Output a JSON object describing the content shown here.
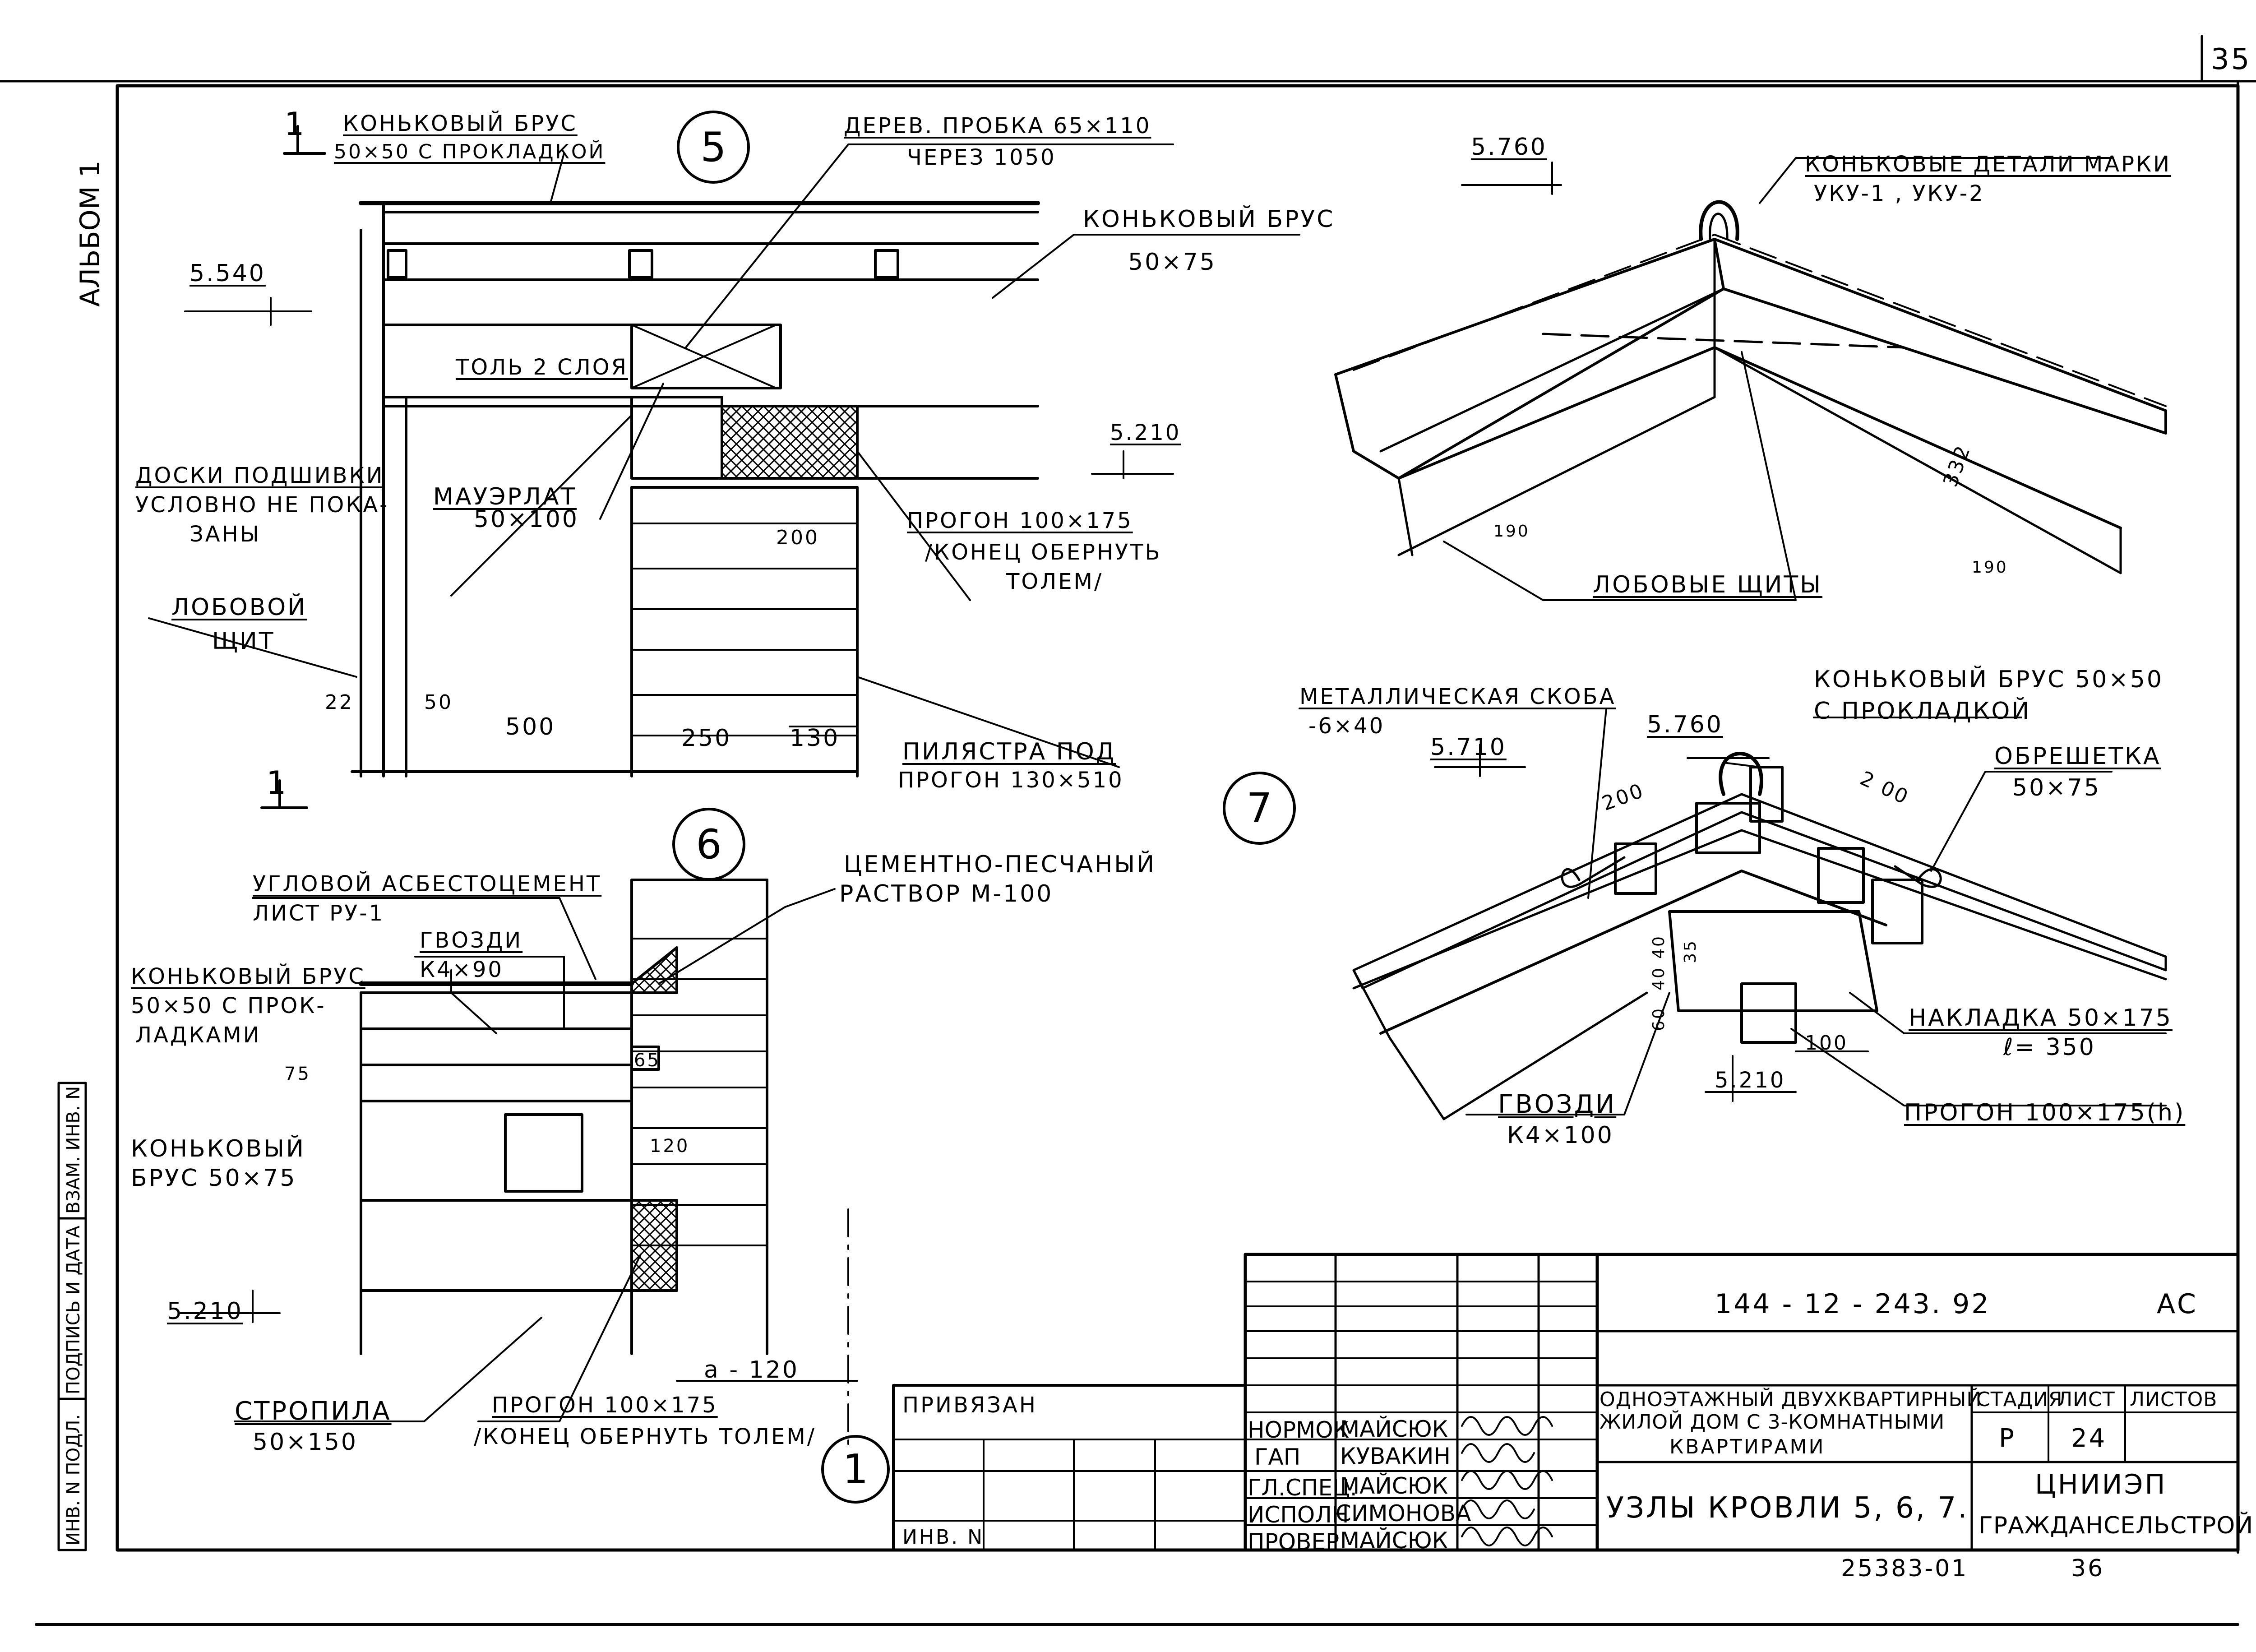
{
  "sheet_number": "35",
  "album_label": "АЛЬБОМ 1",
  "bottom_code": "25383-01",
  "bottom_page": "36",
  "detail5": {
    "number": "5",
    "section_mark": "1",
    "label_ridge_beam_top": "КОНЬКОВЫЙ БРУС",
    "label_ridge_beam_top_2": "50×50 С ПРОКЛАДКОЙ",
    "label_wood_plug": "ДЕРЕВ. ПРОБКА  65×110",
    "label_wood_plug_2": "ЧЕРЕЗ 1050",
    "label_ridge_beam_right": "КОНЬКОВЫЙ БРУС",
    "label_ridge_beam_right_2": "50×75",
    "level_top": "5.540",
    "label_roofing": "ТОЛЬ 2 СЛОЯ",
    "level_right": "5.210",
    "label_boards": "ДОСКИ ПОДШИВКИ",
    "label_boards_2": "УСЛОВНО НЕ ПОКА-",
    "label_boards_3": "ЗАНЫ",
    "label_mauerlat": "МАУЭРЛАТ",
    "label_mauerlat_2": "50×100",
    "label_purlin": "ПРОГОН 100×175",
    "label_purlin_2": "/КОНЕЦ ОБЕРНУТЬ",
    "label_purlin_3": "ТОЛЕМ/",
    "label_fascia": "ЛОБОВОЙ",
    "label_fascia_2": "ЩИТ",
    "dim_22": "22",
    "dim_50": "50",
    "dim_500": "500",
    "dim_250": "250",
    "dim_130": "130",
    "dim_200": "200",
    "label_pilaster": "ПИЛЯСТРА ПОД",
    "label_pilaster_2": "ПРОГОН 130×510"
  },
  "detail6": {
    "number": "6",
    "label_asbestos": "УГЛОВОЙ АСБЕСТОЦЕМЕНТ",
    "label_asbestos_2": "ЛИСТ РУ-1",
    "label_mortar": "ЦЕМЕНТНО-ПЕСЧАНЫЙ",
    "label_mortar_2": "РАСТВОР М-100",
    "label_nails": "ГВОЗДИ",
    "label_nails_2": "К4×90",
    "label_ridge_pads": "КОНЬКОВЫЙ БРУС",
    "label_ridge_pads_2": "50×50 С ПРОК-",
    "label_ridge_pads_3": "ЛАДКАМИ",
    "dim_75": "75",
    "dim_65": "65",
    "dim_120": "120",
    "label_ridge_beam": "КОНЬКОВЫЙ",
    "label_ridge_beam_2": "БРУС 50×75",
    "level": "5.210",
    "label_rafters": "СТРОПИЛА",
    "label_rafters_2": "50×150",
    "label_purlin": "ПРОГОН 100×175",
    "label_purlin_2": "/КОНЕЦ ОБЕРНУТЬ ТОЛЕМ/",
    "dim_a120": "а - 120",
    "section_mark": "1"
  },
  "detailTop": {
    "level": "5.760",
    "label_ridge_parts": "КОНЬКОВЫЕ ДЕТАЛИ МАРКИ",
    "label_ridge_parts_2": "УКУ-1 ,  УКУ-2",
    "dim_332": "332",
    "dim_190a": "190",
    "dim_190b": "190",
    "label_fascia": "ЛОБОВЫЕ ЩИТЫ"
  },
  "detail7": {
    "number": "7",
    "label_bracket": "МЕТАЛЛИЧЕСКАЯ СКОБА",
    "label_bracket_2": "-6×40",
    "level_5760": "5.760",
    "level_5710": "5.710",
    "label_ridge_beam": "КОНЬКОВЫЙ БРУС 50×50",
    "label_ridge_beam_2": "С ПРОКЛАДКОЙ",
    "dim_200a": "200",
    "dim_200b": "2 00",
    "label_lathing": "ОБРЕШЕТКА",
    "label_lathing_2": "50×75",
    "dim_40a": "40",
    "dim_40b": "40",
    "dim_35": "35",
    "dim_60": "60",
    "label_overlay": "НАКЛАДКА 50×175",
    "label_overlay_2": "ℓ= 350",
    "dim_100": "100",
    "level_5210": "5.210",
    "label_nails": "ГВОЗДИ",
    "label_nails_2": "К4×100",
    "label_purlin": "ПРОГОН 100×175(h)"
  },
  "titleblock": {
    "doc_code": "144 - 12 - 243. 92",
    "doc_mark": "АС",
    "linked_label": "ПРИВЯЗАН",
    "inv_label": "ИНВ. N",
    "roles": [
      {
        "role": "НОРМОК",
        "name": "МАЙСЮК"
      },
      {
        "role": "ГАП",
        "name": "КУВАКИН"
      },
      {
        "role": "ГЛ.СПЕЦ.",
        "name": "МАЙСЮК"
      },
      {
        "role": "ИСПОЛН",
        "name": "СИМОНОВА"
      },
      {
        "role": "ПРОВЕР",
        "name": "МАЙСЮК"
      }
    ],
    "project_title": "ОДНОЭТАЖНЫЙ ДВУХКВАРТИРНЫЙ",
    "project_title_2": "ЖИЛОЙ ДОМ С 3-КОМНАТНЫМИ",
    "project_title_3": "КВАРТИРАМИ",
    "sheet_title": "УЗЛЫ КРОВЛИ 5, 6, 7.",
    "stage_header": "СТАДИЯ",
    "sheet_header": "ЛИСТ",
    "sheets_header": "ЛИСТОВ",
    "stage_value": "Р",
    "sheet_value": "24",
    "org": "ЦНИИЭП",
    "org_2": "ГРАЖДАНСЕЛЬСТРОЙ"
  },
  "side_stamp": {
    "inv_orig": "ИНВ. N ПОДЛ.",
    "sign_date": "ПОДПИСЬ И ДАТА",
    "inv_repl": "ВЗАМ. ИНВ. N"
  }
}
